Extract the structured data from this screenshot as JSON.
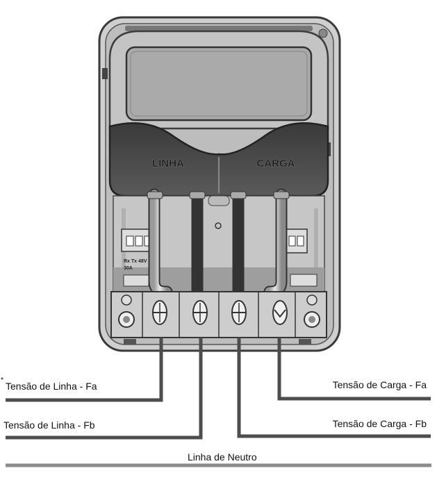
{
  "device": {
    "line_label": "LINHA",
    "load_label": "CARGA",
    "terminal_small_text_1": "Rx Tx 48V",
    "terminal_small_text_2": "30A"
  },
  "wires": {
    "line_fa": "Tensão de Linha - Fa",
    "line_fb": "Tensão de Linha - Fb",
    "load_fa": "Tensão de Carga - Fa",
    "load_fb": "Tensão de Carga - Fb",
    "neutral": "Linha de Neutro"
  },
  "colors": {
    "housing": "#c8c8c8",
    "housing_outline": "#3a3a3a",
    "window": "#a9a9a9",
    "dark_band": "#4a4a4a",
    "wire": "#4d4d4d",
    "neutral_wire": "#8c8c8c"
  }
}
